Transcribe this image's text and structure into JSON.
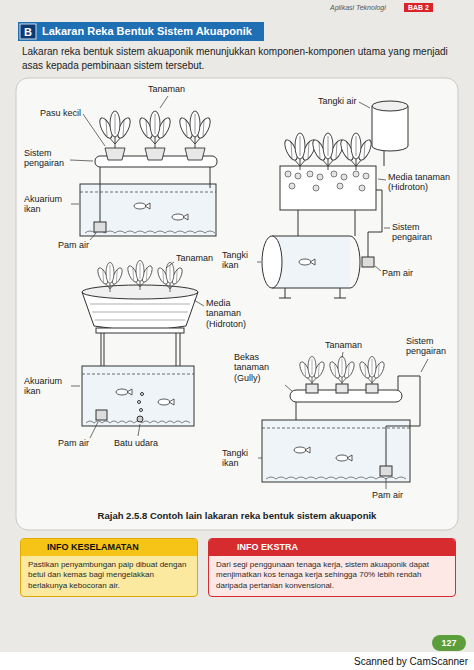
{
  "diagram": {
    "title": "Lakaran Reka Bentuk Sistem Akuaponik",
    "caption": "Rajah 2.5.8 Contoh lain lakaran reka bentuk sistem akuaponik",
    "nodes": [
      {
        "text": [
          "INFO KESELAMATAN",
          "Pastikan penyambungan paip dibuat dengan betul dan kemas bagi mengelakkan berlakunya kebocoran air."
        ]
      },
      {
        "text": [
          "INFO EKSTRA",
          "Dari segi penggunaan tenaga kerja, sistem akuaponik dapat menjimatkan kos tenaga kerja sehingga 70% lebih rendah daripada pertanian konvensional."
        ]
      }
    ],
    "labels": [
      "Aplikasi Teknologi",
      "BAB 2",
      "B",
      "Lakaran reka bentuk sistem akuaponik menunjukkan komponen-komponen utama yang menjadi asas kepada pembinaan sistem tersebut.",
      "Tanaman",
      "Pasu kecil",
      "Sistem pengairan",
      "Akuarium ikan",
      "Pam air",
      "Tangki air",
      "Media tanaman (Hidroton)",
      "Sistem pengairan",
      "Tangki ikan",
      "Pam air",
      "Tanaman",
      "Media tanaman (Hidroton)",
      "Akuarium ikan",
      "Pam air",
      "Batu udara",
      "Tanaman",
      "Sistem pengairan",
      "Bekas tanaman (Gully)",
      "Tangki ikan",
      "Pam air",
      "127",
      "Scanned by CamScanner"
    ]
  }
}
